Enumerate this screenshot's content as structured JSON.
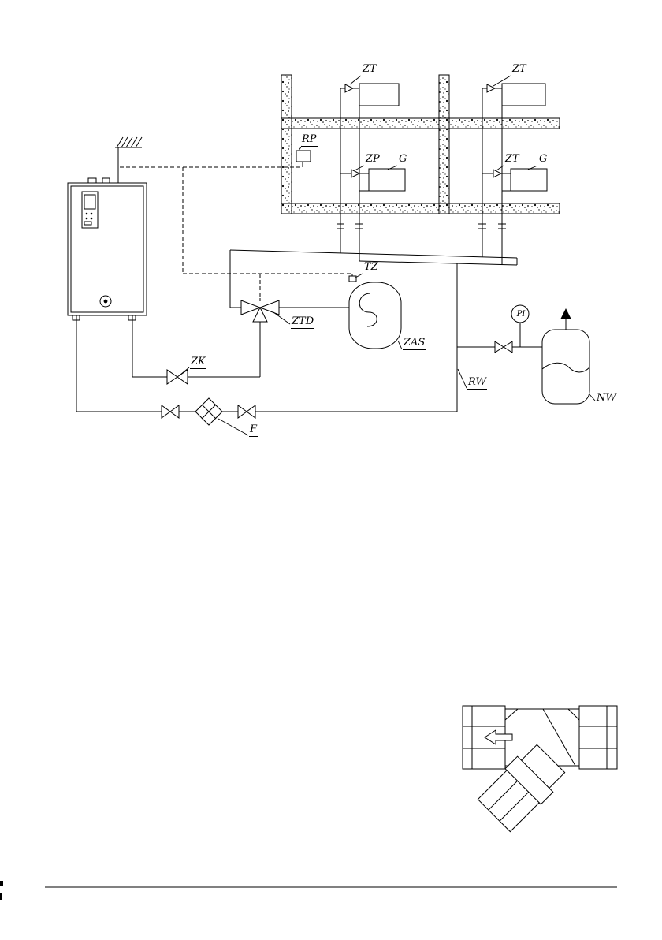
{
  "colors": {
    "ink": "#000000",
    "paper": "#ffffff"
  },
  "labels": {
    "zt_radiator_top_left": "ZT",
    "zt_radiator_top_right": "ZT",
    "rp_room_controller": "RP",
    "zp_valve": "ZP",
    "g_radiator_left": "G",
    "zt_valve_lower": "ZT",
    "g_radiator_right": "G",
    "tz_sensor": "TZ",
    "ztd_three_way_valve": "ZTD",
    "zas_tank": "ZAS",
    "zk_check_valve": "ZK",
    "rw_pipe": "RW",
    "nw_vessel": "NW",
    "f_filter": "F",
    "pi_gauge": "PI"
  }
}
